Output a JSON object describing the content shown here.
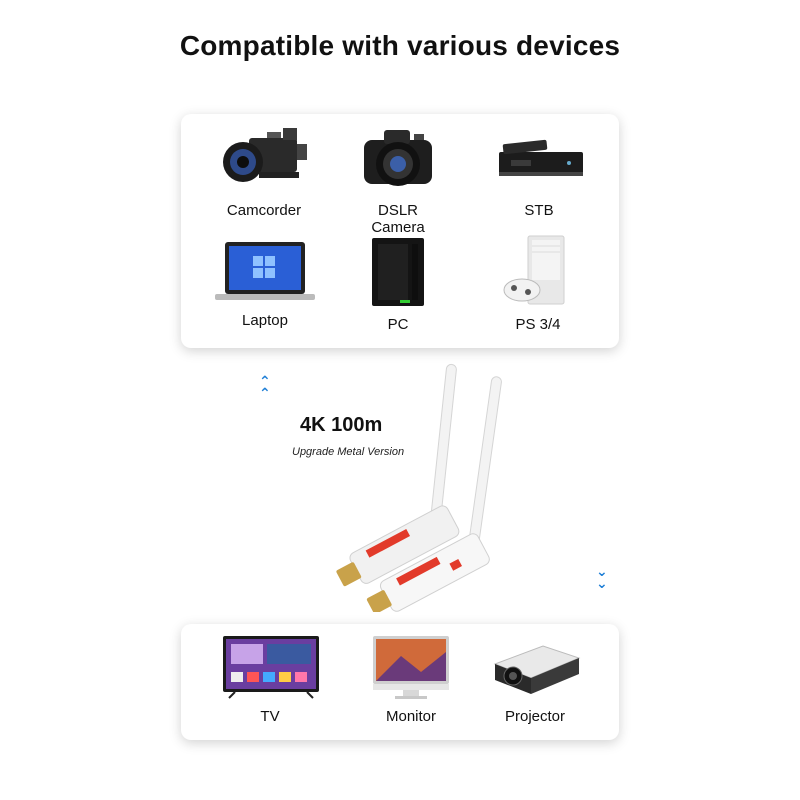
{
  "title": "Compatible with various devices",
  "sources": [
    {
      "label": "Camcorder",
      "icon": "camcorder-icon"
    },
    {
      "label": "DSLR Camera",
      "icon": "dslr-camera-icon"
    },
    {
      "label": "STB",
      "icon": "set-top-box-icon"
    },
    {
      "label": "Laptop",
      "icon": "laptop-icon"
    },
    {
      "label": "PC",
      "icon": "pc-tower-icon"
    },
    {
      "label": "PS 3/4",
      "icon": "game-console-icon"
    }
  ],
  "product": {
    "headline": "4K 100m",
    "subtitle": "Upgrade Metal Version"
  },
  "displays": [
    {
      "label": "TV",
      "icon": "tv-icon"
    },
    {
      "label": "Monitor",
      "icon": "monitor-icon"
    },
    {
      "label": "Projector",
      "icon": "projector-icon"
    }
  ],
  "colors": {
    "arrow": "#1f7fd6",
    "product_red": "#e23a2a"
  }
}
